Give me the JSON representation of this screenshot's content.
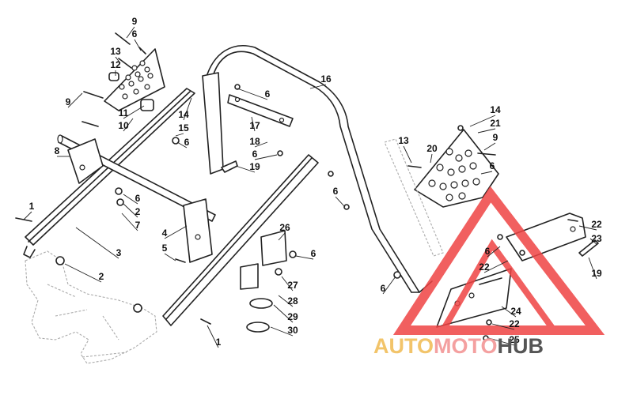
{
  "callouts": [
    {
      "id": "c1",
      "text": "9"
    },
    {
      "id": "c2",
      "text": "6"
    },
    {
      "id": "c3",
      "text": "13"
    },
    {
      "id": "c4",
      "text": "12"
    },
    {
      "id": "c5",
      "text": "9"
    },
    {
      "id": "c6",
      "text": "11"
    },
    {
      "id": "c7",
      "text": "10"
    },
    {
      "id": "c8",
      "text": "14"
    },
    {
      "id": "c9",
      "text": "15"
    },
    {
      "id": "c10",
      "text": "6"
    },
    {
      "id": "c11",
      "text": "8"
    },
    {
      "id": "c12",
      "text": "6"
    },
    {
      "id": "c13",
      "text": "2"
    },
    {
      "id": "c14",
      "text": "7"
    },
    {
      "id": "c15",
      "text": "1"
    },
    {
      "id": "c16",
      "text": "3"
    },
    {
      "id": "c17",
      "text": "2"
    },
    {
      "id": "c18",
      "text": "4"
    },
    {
      "id": "c19",
      "text": "5"
    },
    {
      "id": "c20",
      "text": "1"
    },
    {
      "id": "c21",
      "text": "16"
    },
    {
      "id": "c22",
      "text": "6"
    },
    {
      "id": "c23",
      "text": "17"
    },
    {
      "id": "c24",
      "text": "18"
    },
    {
      "id": "c25",
      "text": "6"
    },
    {
      "id": "c26",
      "text": "19"
    },
    {
      "id": "c27",
      "text": "26"
    },
    {
      "id": "c28",
      "text": "6"
    },
    {
      "id": "c29",
      "text": "27"
    },
    {
      "id": "c30",
      "text": "28"
    },
    {
      "id": "c31",
      "text": "29"
    },
    {
      "id": "c32",
      "text": "30"
    },
    {
      "id": "c33",
      "text": "14"
    },
    {
      "id": "c34",
      "text": "21"
    },
    {
      "id": "c35",
      "text": "9"
    },
    {
      "id": "c36",
      "text": "13"
    },
    {
      "id": "c37",
      "text": "20"
    },
    {
      "id": "c38",
      "text": "6"
    },
    {
      "id": "c39",
      "text": "6"
    },
    {
      "id": "c40",
      "text": "22"
    },
    {
      "id": "c41",
      "text": "23"
    },
    {
      "id": "c42",
      "text": "6"
    },
    {
      "id": "c43",
      "text": "22"
    },
    {
      "id": "c44",
      "text": "19"
    },
    {
      "id": "c45",
      "text": "6"
    },
    {
      "id": "c46",
      "text": "24"
    },
    {
      "id": "c47",
      "text": "22"
    },
    {
      "id": "c48",
      "text": "25"
    }
  ],
  "watermark": {
    "part1": "AUTO",
    "part2": "MOTO",
    "part3": "HUB",
    "color1": "#f2c46a",
    "color2": "#f4a0a0",
    "color3": "#555555",
    "triangle_color": "#ef4444"
  }
}
